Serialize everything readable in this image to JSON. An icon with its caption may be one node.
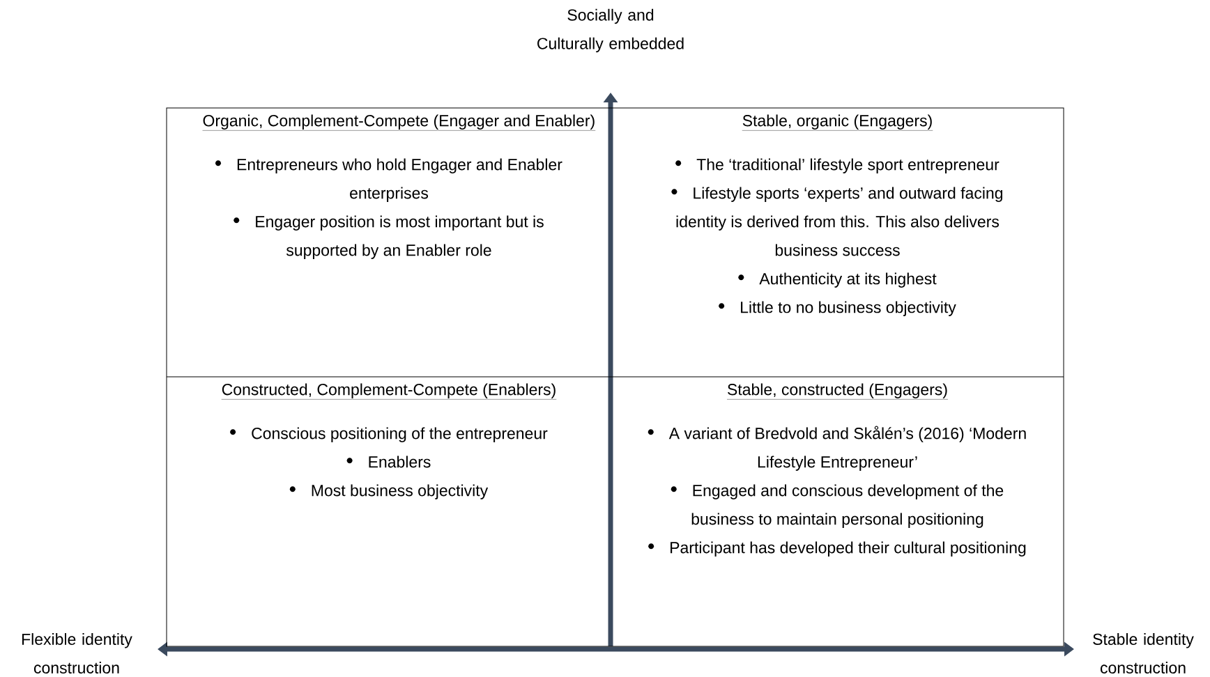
{
  "diagram": {
    "nodes": [
      {
        "text": [
          "Organic, Complement-Compete (Engager and Enabler)",
          "Entrepreneurs who hold Engager and Enabler enterprises",
          "Engager position is most important but is supported by an Enabler role"
        ]
      },
      {
        "text": [
          "Stable, organic (Engagers)",
          "The ‘traditional’ lifestyle sport entrepreneur",
          "Lifestyle sports ‘experts’ and outward facing identity is derived from this. This also delivers business success",
          "Authenticity at its highest",
          "Little to no business objectivity"
        ]
      },
      {
        "text": [
          "Constructed, Complement-Compete (Enablers)",
          "Conscious positioning of the entrepreneur",
          "Enablers",
          "Most business objectivity"
        ]
      },
      {
        "text": [
          "Stable, constructed (Engagers)",
          "A variant of Bredvold and Skålén’s (2016) ‘Modern Lifestyle Entrepreneur’",
          "Engaged and conscious development of the business to maintain personal positioning",
          "Participant has developed their cultural positioning"
        ]
      }
    ],
    "labels": [
      "Socially and Culturally embedded",
      "Flexible identity construction",
      "Stable identity construction"
    ]
  }
}
